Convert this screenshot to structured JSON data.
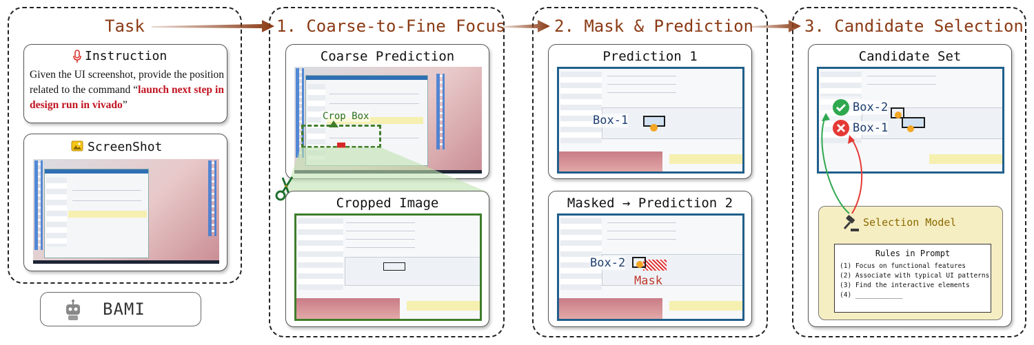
{
  "stages": {
    "task": "Task",
    "focus": "1. Coarse-to-Fine Focus",
    "mask": "2. Mask & Prediction",
    "select": "3. Candidate Selection"
  },
  "task": {
    "instruction_title": "Instruction",
    "instruction_text_plain": "Given the UI screenshot, provide the position related to the command “",
    "instruction_command": "launch next step in design run in vivado",
    "instruction_close": "”",
    "screenshot_title": "ScreenShot",
    "agent_label": "BAMI"
  },
  "focus": {
    "coarse_title": "Coarse Prediction",
    "crop_label": "Crop Box",
    "cropped_title": "Cropped Image"
  },
  "mask_stage": {
    "pred1_title": "Prediction 1",
    "box1": "Box-1",
    "pred2_title": "Masked → Prediction 2",
    "box2": "Box-2",
    "mask_label": "Mask"
  },
  "select_stage": {
    "candidate_title": "Candidate Set",
    "box2": "Box-2",
    "box1": "Box-1",
    "model_label": "Selection Model",
    "rules_title": "Rules in Prompt",
    "rules": [
      "(1) Focus on functional features",
      "(2) Associate with typical UI patterns",
      "(3) Find the interactive elements",
      "(4) ____________"
    ]
  },
  "colors": {
    "stage_title": "#8a3a14",
    "arrow": "#8a3a14",
    "crop_green": "#3f7d2a",
    "pred_blue": "#1f5f8b",
    "mask_red": "#c0392b",
    "model_bg": "#f6eec3"
  },
  "icons": {
    "instruction": "microphone-icon",
    "screenshot": "image-icon",
    "agent": "robot-icon",
    "scissors": "scissors-icon",
    "check": "check-circle-icon",
    "cross": "x-circle-icon",
    "gavel": "gavel-icon"
  }
}
